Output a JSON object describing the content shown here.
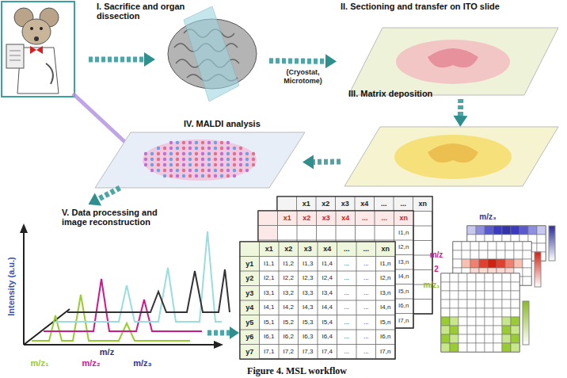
{
  "diagram": {
    "caption": "Figure 4. MSL workflow",
    "nodes": [
      {
        "text": [
          "I. Sacrifice and organ dissection"
        ]
      },
      {
        "text": [
          "II. Sectioning and transfer on ITO slide"
        ]
      },
      {
        "text": [
          "III. Matrix deposition"
        ]
      },
      {
        "text": [
          "IV. MALDI analysis"
        ]
      },
      {
        "text": [
          "V. Data processing and image reconstruction"
        ]
      }
    ],
    "edges": [
      {
        "from": 0,
        "to": 1,
        "arrow": "to",
        "label": "(Cryostat, Microtome)"
      },
      {
        "from": 1,
        "to": 2,
        "arrow": "to"
      },
      {
        "from": 2,
        "to": 3,
        "arrow": "to"
      },
      {
        "from": 3,
        "to": 4,
        "arrow": "to"
      }
    ],
    "labels": [
      "Intensity (a.u.)",
      "m/z",
      "m/z₁",
      "m/z₂",
      "m/z₃",
      "x1",
      "x2",
      "x3",
      "x4",
      "...",
      "...",
      "xn",
      "x1",
      "x2",
      "x3",
      "x4",
      "...",
      "...",
      "xn",
      "I1,n",
      "I2,n",
      "I3,n",
      "I4,n",
      "I5,n",
      "I6,n",
      "I7,n",
      "x1",
      "x2",
      "x3",
      "x4",
      "...",
      "...",
      "xn",
      "y1",
      "I1,1",
      "I1,2",
      "I1,3",
      "I1,4",
      "...",
      "...",
      "I1,n",
      "y2",
      "I2,1",
      "I2,2",
      "I2,3",
      "I2,4",
      "...",
      "...",
      "I2,n",
      "y3",
      "I3,1",
      "I3,2",
      "I3,3",
      "I3,4",
      "...",
      "...",
      "I3,n",
      "y4",
      "I4,1",
      "I4,2",
      "I4,3",
      "I4,4",
      "...",
      "...",
      "I4,n",
      "y5",
      "I5,1",
      "I5,2",
      "I5,3",
      "I5,4",
      "...",
      "...",
      "I5,n",
      "y6",
      "I6,1",
      "I6,2",
      "I6,3",
      "I6,4",
      "...",
      "...",
      "I6,n",
      "y7",
      "I7,1",
      "I7,2",
      "I7,3",
      "I7,4",
      "...",
      "...",
      "I7,n",
      "m/z₃",
      "m/z",
      "2",
      "m/z₁"
    ]
  }
}
